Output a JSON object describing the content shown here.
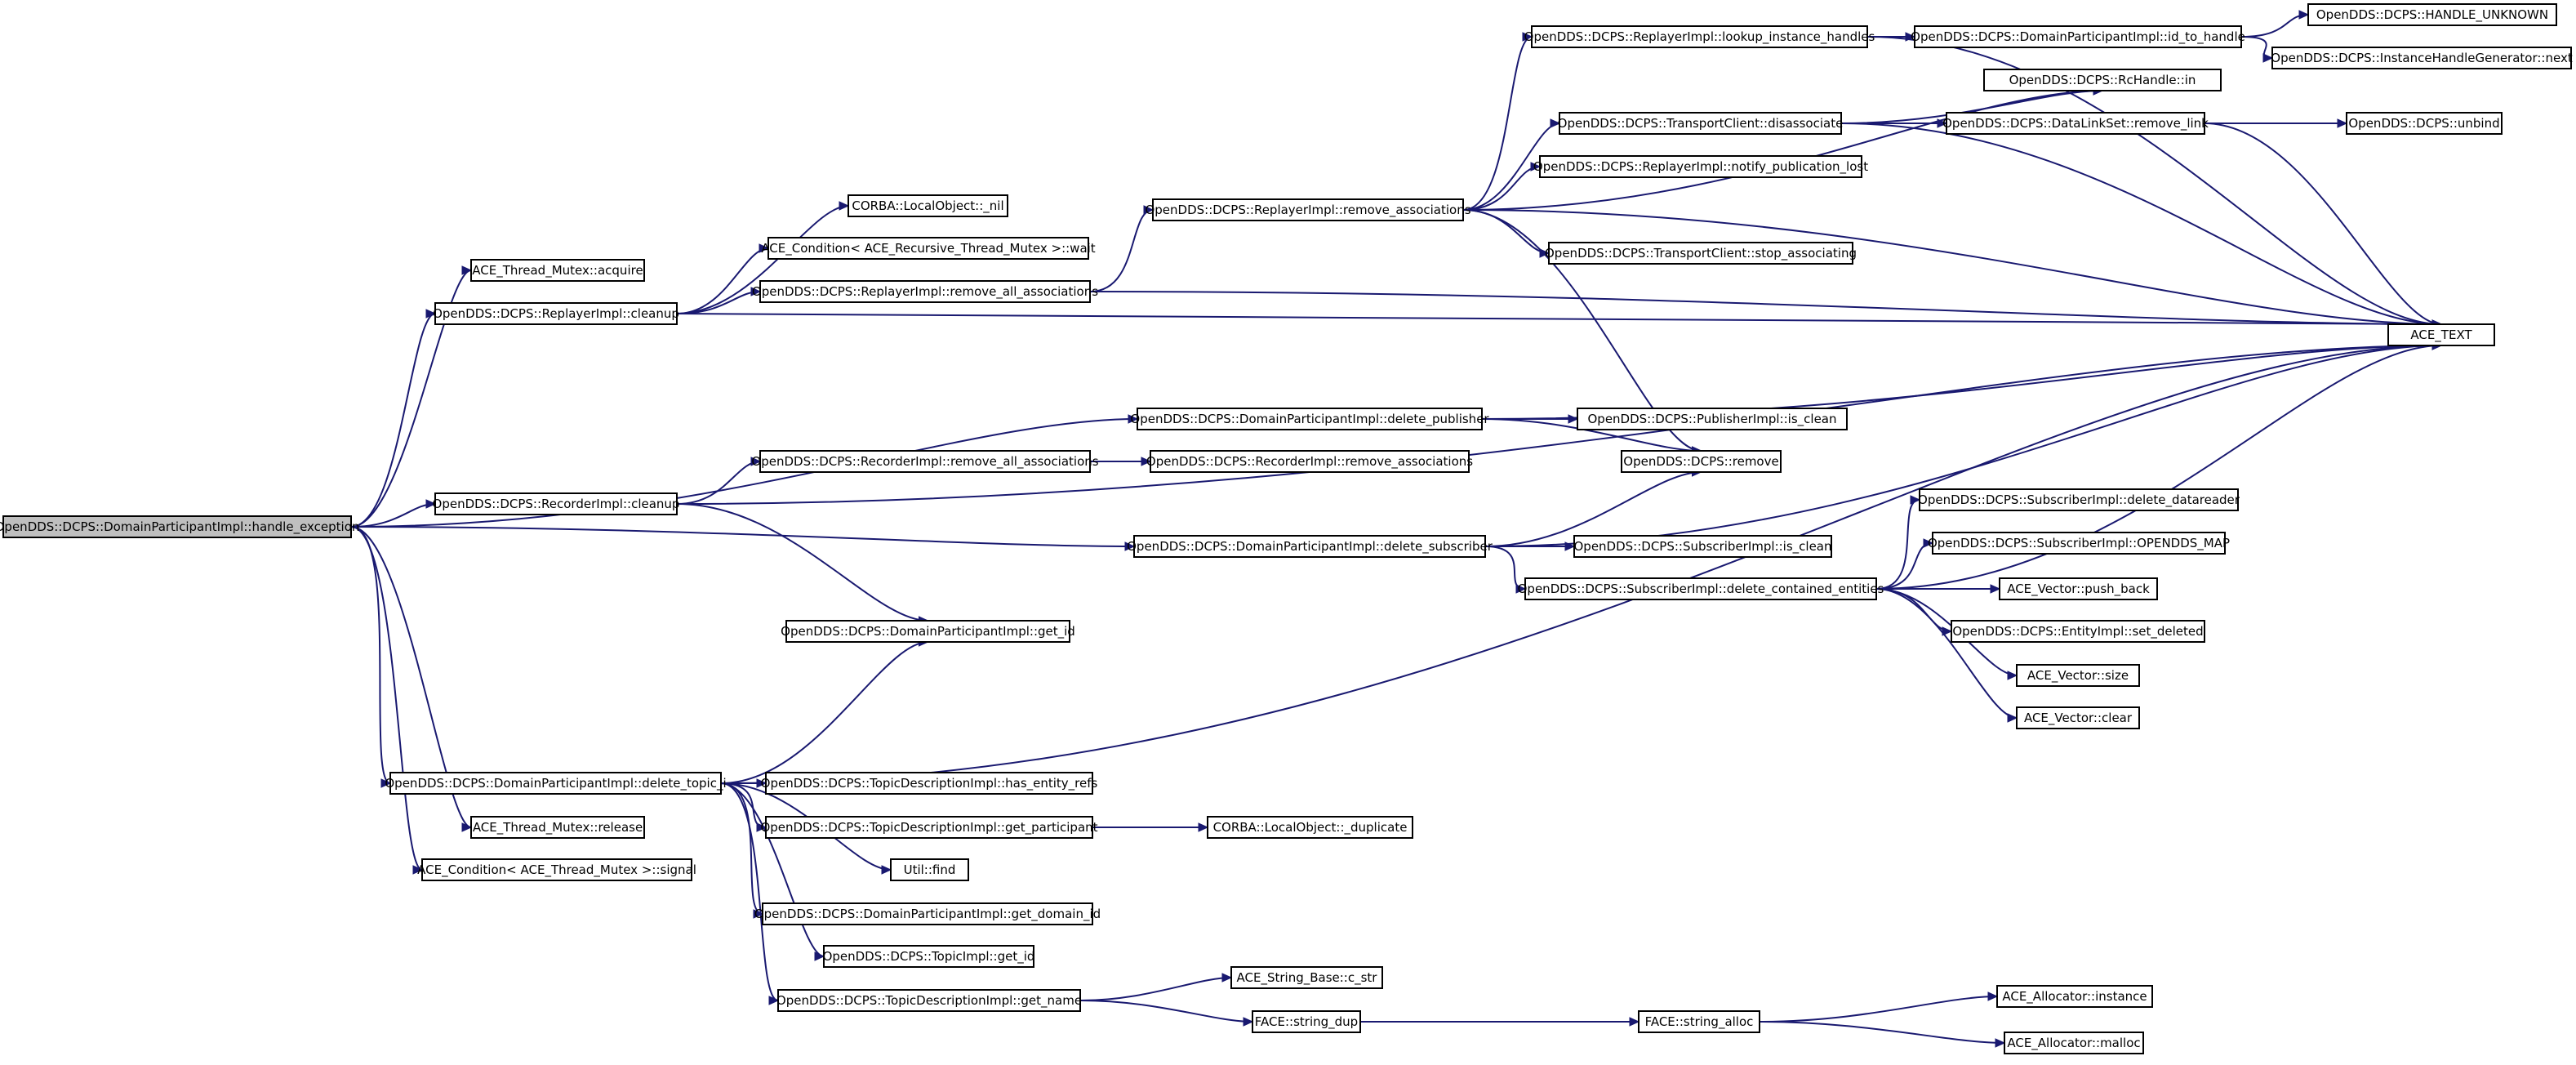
{
  "colors": {
    "edge": "#191970",
    "node_fill": "#ffffff",
    "root_fill": "#bfbfbf",
    "node_border": "#000000"
  },
  "nodes": {
    "handle_exception": "OpenDDS::DCPS::DomainParticipantImpl::handle_exception",
    "tm_acquire": "ACE_Thread_Mutex::acquire",
    "rp_cleanup": "OpenDDS::DCPS::ReplayerImpl::cleanup",
    "lo_nil": "CORBA::LocalObject::_nil",
    "cond_wait": "ACE_Condition< ACE_Recursive_Thread_Mutex >::wait",
    "rp_remove_all": "OpenDDS::DCPS::ReplayerImpl::remove_all_associations",
    "rp_remove_assoc": "OpenDDS::DCPS::ReplayerImpl::remove_associations",
    "lookup": "OpenDDS::DCPS::ReplayerImpl::lookup_instance_handles",
    "id_to_handle": "OpenDDS::DCPS::DomainParticipantImpl::id_to_handle",
    "handle_unknown": "OpenDDS::DCPS::HANDLE_UNKNOWN",
    "ihg_next": "OpenDDS::DCPS::InstanceHandleGenerator::next",
    "rchandle_in": "OpenDDS::DCPS::RcHandle::in",
    "tc_disassociate": "OpenDDS::DCPS::TransportClient::disassociate",
    "dls_remove_link": "OpenDDS::DCPS::DataLinkSet::remove_link",
    "unbind": "OpenDDS::DCPS::unbind",
    "notify_lost": "OpenDDS::DCPS::ReplayerImpl::notify_publication_lost",
    "stop_assoc": "OpenDDS::DCPS::TransportClient::stop_associating",
    "ace_text": "ACE_TEXT",
    "delete_publisher": "OpenDDS::DCPS::DomainParticipantImpl::delete_publisher",
    "pub_is_clean": "OpenDDS::DCPS::PublisherImpl::is_clean",
    "rec_remove_all": "OpenDDS::DCPS::RecorderImpl::remove_all_associations",
    "rec_remove_assoc": "OpenDDS::DCPS::RecorderImpl::remove_associations",
    "dcps_remove": "OpenDDS::DCPS::remove",
    "rec_cleanup": "OpenDDS::DCPS::RecorderImpl::cleanup",
    "delete_subscriber": "OpenDDS::DCPS::DomainParticipantImpl::delete_subscriber",
    "sub_is_clean": "OpenDDS::DCPS::SubscriberImpl::is_clean",
    "delete_datareader": "OpenDDS::DCPS::SubscriberImpl::delete_datareader",
    "opendds_map": "OpenDDS::DCPS::SubscriberImpl::OPENDDS_MAP",
    "delete_contained": "OpenDDS::DCPS::SubscriberImpl::delete_contained_entities",
    "vec_push_back": "ACE_Vector::push_back",
    "set_deleted": "OpenDDS::DCPS::EntityImpl::set_deleted",
    "get_id": "OpenDDS::DCPS::DomainParticipantImpl::get_id",
    "vec_size": "ACE_Vector::size",
    "vec_clear": "ACE_Vector::clear",
    "delete_topic": "OpenDDS::DCPS::DomainParticipantImpl::delete_topic_i",
    "has_entity_refs": "OpenDDS::DCPS::TopicDescriptionImpl::has_entity_refs",
    "tm_release": "ACE_Thread_Mutex::release",
    "get_participant": "OpenDDS::DCPS::TopicDescriptionImpl::get_participant",
    "lo_duplicate": "CORBA::LocalObject::_duplicate",
    "cond_signal": "ACE_Condition< ACE_Thread_Mutex >::signal",
    "util_find": "Util::find",
    "get_domain_id": "OpenDDS::DCPS::DomainParticipantImpl::get_domain_id",
    "topic_get_id": "OpenDDS::DCPS::TopicImpl::get_id",
    "c_str": "ACE_String_Base::c_str",
    "get_name": "OpenDDS::DCPS::TopicDescriptionImpl::get_name",
    "alloc_instance": "ACE_Allocator::instance",
    "string_dup": "FACE::string_dup",
    "string_alloc": "FACE::string_alloc",
    "alloc_malloc": "ACE_Allocator::malloc"
  },
  "edges": [
    [
      "handle_exception",
      "tm_acquire"
    ],
    [
      "handle_exception",
      "rp_cleanup"
    ],
    [
      "handle_exception",
      "delete_publisher"
    ],
    [
      "handle_exception",
      "rec_cleanup"
    ],
    [
      "handle_exception",
      "delete_subscriber"
    ],
    [
      "handle_exception",
      "delete_topic"
    ],
    [
      "handle_exception",
      "tm_release"
    ],
    [
      "handle_exception",
      "cond_signal"
    ],
    [
      "rp_cleanup",
      "lo_nil"
    ],
    [
      "rp_cleanup",
      "cond_wait"
    ],
    [
      "rp_cleanup",
      "rp_remove_all"
    ],
    [
      "rp_cleanup",
      "ace_text"
    ],
    [
      "rp_remove_all",
      "rp_remove_assoc"
    ],
    [
      "rp_remove_all",
      "ace_text"
    ],
    [
      "rp_remove_assoc",
      "lookup"
    ],
    [
      "rp_remove_assoc",
      "rchandle_in"
    ],
    [
      "rp_remove_assoc",
      "tc_disassociate"
    ],
    [
      "rp_remove_assoc",
      "notify_lost"
    ],
    [
      "rp_remove_assoc",
      "stop_assoc"
    ],
    [
      "rp_remove_assoc",
      "ace_text"
    ],
    [
      "rp_remove_assoc",
      "dcps_remove"
    ],
    [
      "lookup",
      "id_to_handle"
    ],
    [
      "lookup",
      "ace_text"
    ],
    [
      "id_to_handle",
      "handle_unknown"
    ],
    [
      "id_to_handle",
      "ihg_next"
    ],
    [
      "tc_disassociate",
      "rchandle_in"
    ],
    [
      "tc_disassociate",
      "dls_remove_link"
    ],
    [
      "tc_disassociate",
      "ace_text"
    ],
    [
      "dls_remove_link",
      "unbind"
    ],
    [
      "dls_remove_link",
      "ace_text"
    ],
    [
      "delete_publisher",
      "pub_is_clean"
    ],
    [
      "delete_publisher",
      "dcps_remove"
    ],
    [
      "delete_publisher",
      "ace_text"
    ],
    [
      "rec_cleanup",
      "rec_remove_all"
    ],
    [
      "rec_cleanup",
      "get_id"
    ],
    [
      "rec_cleanup",
      "ace_text"
    ],
    [
      "rec_remove_all",
      "rec_remove_assoc"
    ],
    [
      "delete_subscriber",
      "sub_is_clean"
    ],
    [
      "delete_subscriber",
      "dcps_remove"
    ],
    [
      "delete_subscriber",
      "delete_contained"
    ],
    [
      "delete_subscriber",
      "ace_text"
    ],
    [
      "delete_contained",
      "delete_datareader"
    ],
    [
      "delete_contained",
      "opendds_map"
    ],
    [
      "delete_contained",
      "vec_push_back"
    ],
    [
      "delete_contained",
      "set_deleted"
    ],
    [
      "delete_contained",
      "vec_size"
    ],
    [
      "delete_contained",
      "vec_clear"
    ],
    [
      "delete_contained",
      "ace_text"
    ],
    [
      "delete_topic",
      "get_id"
    ],
    [
      "delete_topic",
      "has_entity_refs"
    ],
    [
      "delete_topic",
      "get_participant"
    ],
    [
      "delete_topic",
      "util_find"
    ],
    [
      "delete_topic",
      "get_domain_id"
    ],
    [
      "delete_topic",
      "topic_get_id"
    ],
    [
      "delete_topic",
      "get_name"
    ],
    [
      "delete_topic",
      "ace_text"
    ],
    [
      "get_participant",
      "lo_duplicate"
    ],
    [
      "get_name",
      "c_str"
    ],
    [
      "get_name",
      "string_dup"
    ],
    [
      "string_dup",
      "string_alloc"
    ],
    [
      "string_alloc",
      "alloc_instance"
    ],
    [
      "string_alloc",
      "alloc_malloc"
    ]
  ]
}
